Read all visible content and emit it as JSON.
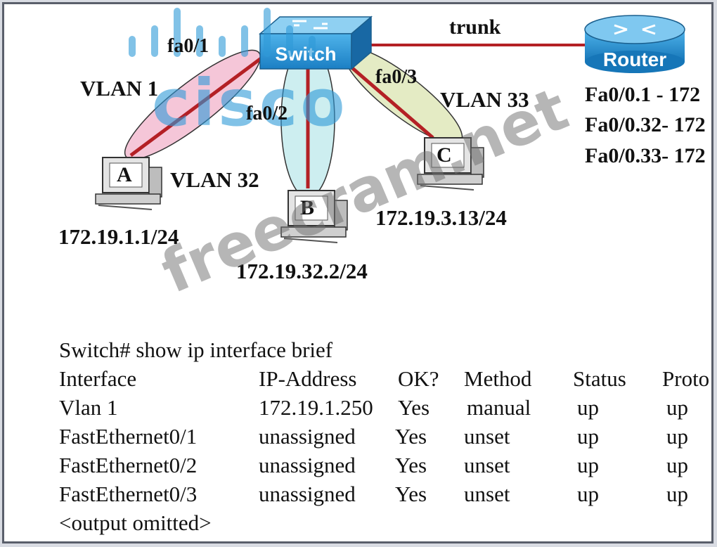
{
  "watermark": {
    "logo": "cisco",
    "site": "freecram.net"
  },
  "switch_label": "Switch",
  "router_label": "Router",
  "links": {
    "trunk": "trunk",
    "fa01": "fa0/1",
    "fa02": "fa0/2",
    "fa03": "fa0/3"
  },
  "vlans": {
    "vlan1": "VLAN 1",
    "vlan32": "VLAN 32",
    "vlan33": "VLAN 33"
  },
  "hosts": [
    {
      "id": "A",
      "ip": "172.19.1.1/24"
    },
    {
      "id": "B",
      "ip": "172.19.32.2/24"
    },
    {
      "id": "C",
      "ip": "172.19.3.13/24"
    }
  ],
  "router_subifs": [
    "Fa0/0.1 - 172",
    "Fa0/0.32- 172",
    "Fa0/0.33- 172"
  ],
  "cli": {
    "command": "Switch# show ip interface brief",
    "headers": [
      "Interface",
      "IP-Address",
      "OK?",
      "Method",
      "Status",
      "Proto"
    ],
    "rows": [
      [
        "Vlan 1",
        "172.19.1.250",
        "Yes",
        "manual",
        "up",
        "up"
      ],
      [
        "FastEthernet0/1",
        "unassigned",
        "Yes",
        "unset",
        "up",
        "up"
      ],
      [
        "FastEthernet0/2",
        "unassigned",
        "Yes",
        "unset",
        "up",
        "up"
      ],
      [
        "FastEthernet0/3",
        "unassigned",
        "Yes",
        "unset",
        "up",
        "up"
      ]
    ],
    "footer": "<output omitted>"
  }
}
